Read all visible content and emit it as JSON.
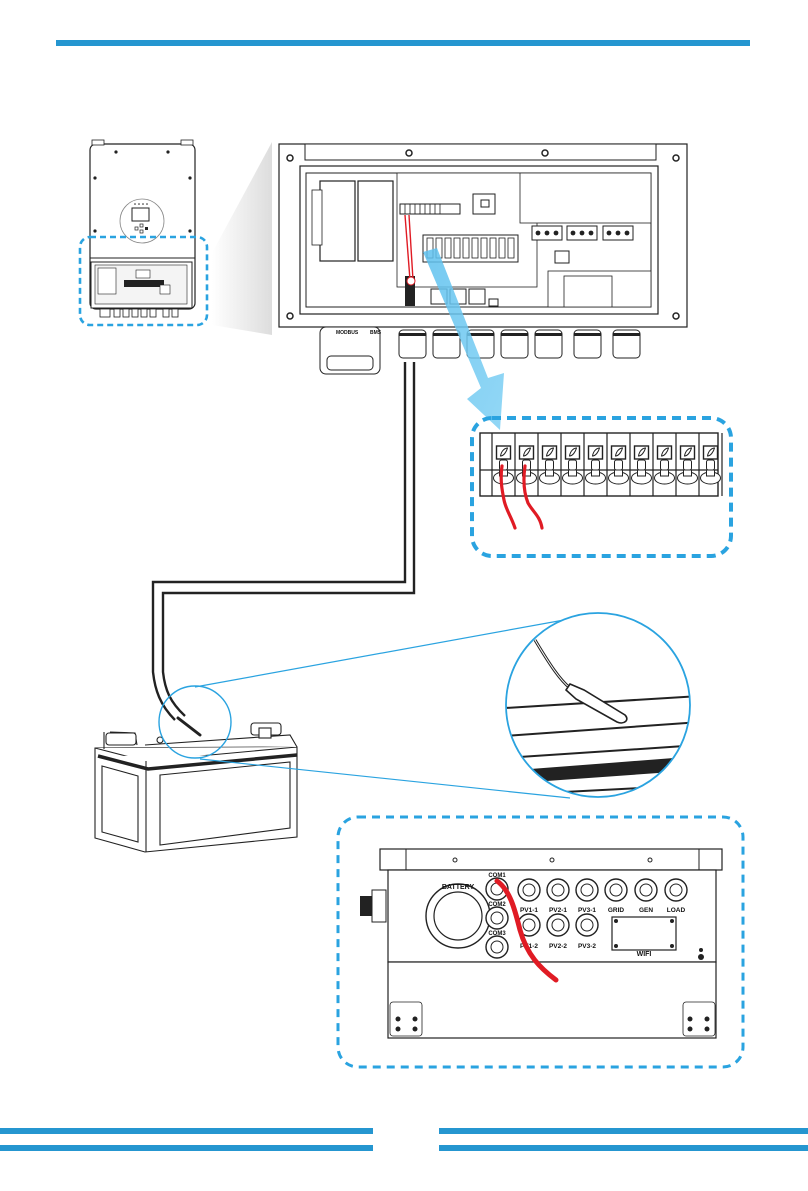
{
  "page": {
    "accent_color": "#2596d0",
    "highlight_color": "#2aa3e0",
    "wire_color": "#e01b24"
  },
  "figure": {
    "title": "Battery temperature sensor connection",
    "overview_inverter": {
      "name": "inverter-front-view",
      "highlight": "wiring-compartment"
    },
    "wiring_compartment": {
      "gland_labels": [
        "MODBUS",
        "BMS"
      ],
      "terminal_block_terminals": 10,
      "connected_terminals": [
        1,
        2
      ]
    },
    "terminal_inset": {
      "terminals": 10,
      "wired_terminals": [
        1,
        2
      ]
    },
    "sensor_detail": {
      "name": "temperature-sensor-probe-on-battery"
    },
    "bottom_panel": {
      "ports": {
        "battery": "BATTERY",
        "com": [
          "COM1",
          "COM2",
          "COM3"
        ],
        "row1": [
          "PV1-1",
          "PV2-1",
          "PV3-1",
          "GRID",
          "GEN",
          "LOAD"
        ],
        "row2": [
          "PV1-2",
          "PV2-2",
          "PV3-2"
        ],
        "wifi": "WIFI"
      },
      "wire_entry_port": "COM1"
    }
  }
}
